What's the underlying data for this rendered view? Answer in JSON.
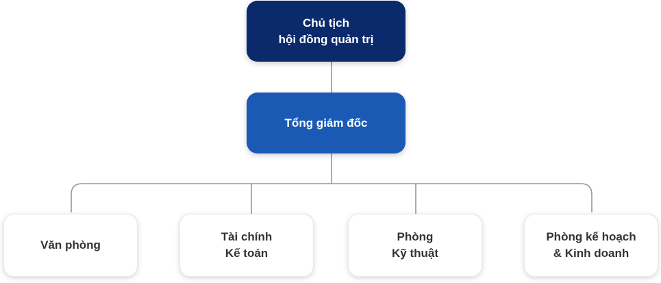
{
  "colors": {
    "chairman_bg": "#0b2a6b",
    "ceo_bg": "#1a5ab5",
    "connector": "#8e98a8",
    "department_bg": "#ffffff",
    "department_text": "#333333"
  },
  "chairman": {
    "label": "Chủ tịch\nhội đồng quản trị"
  },
  "ceo": {
    "label": "Tổng giám đốc"
  },
  "departments": [
    {
      "label": "Văn phòng"
    },
    {
      "label": "Tài chính\nKế toán"
    },
    {
      "label": "Phòng\nKỹ thuật"
    },
    {
      "label": "Phòng kế hoạch\n& Kinh doanh"
    }
  ]
}
